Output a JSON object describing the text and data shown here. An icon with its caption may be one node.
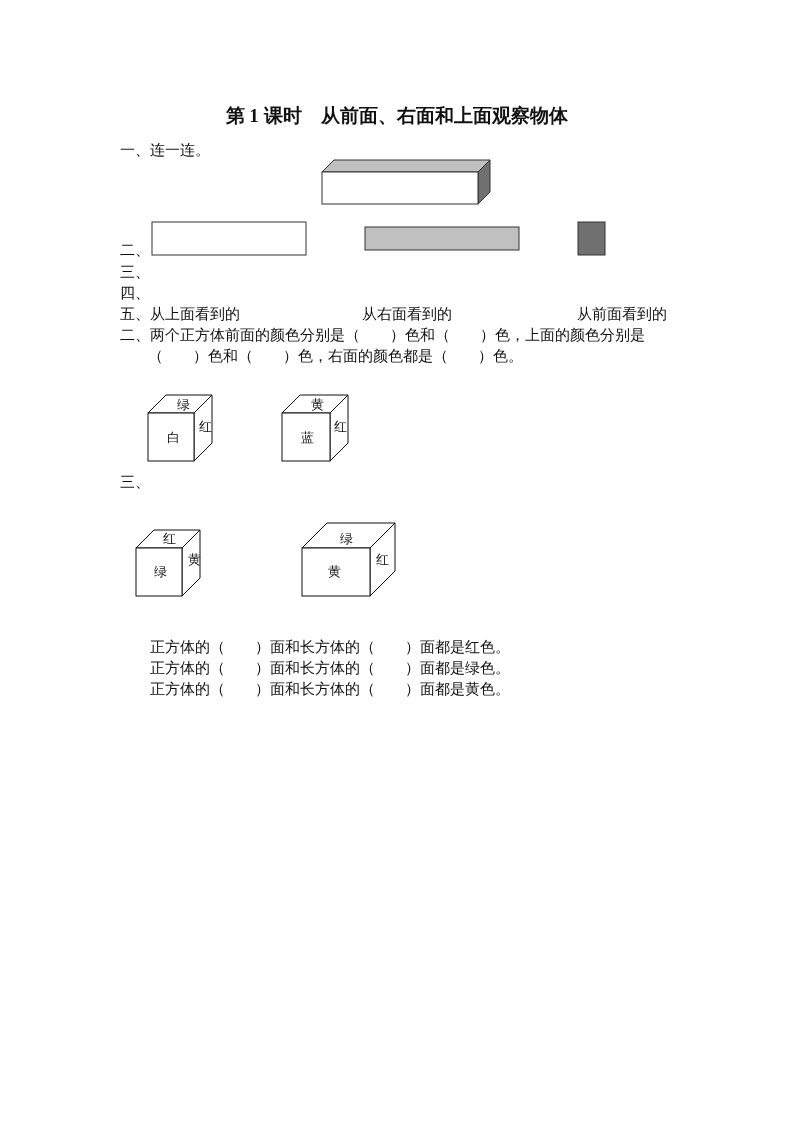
{
  "diagram": {
    "title": "第 1 课时　从前面、右面和上面观察物体",
    "nodes": [
      {
        "text": [],
        "shape": "box"
      },
      {
        "text": [],
        "shape": "box"
      },
      {
        "text": [],
        "shape": "box"
      }
    ],
    "labels": [
      "一、连一连。",
      "二、",
      "三、",
      "四、",
      "五、从上面看到的",
      "从右面看到的",
      "从前面看到的",
      "二、两个正方体前面的颜色分别是（　　）色和（　　）色，上面的颜色分别是（　　）色和（　　）色，右面的颜色都是（　　）色。",
      "绿",
      "白",
      "红",
      "黄",
      "蓝",
      "红",
      "三、",
      "红",
      "绿",
      "黄",
      "绿",
      "黄",
      "红",
      "正方体的（　　）面和长方体的（　　）面都是红色。",
      "正方体的（　　）面和长方体的（　　）面都是绿色。",
      "正方体的（　　）面和长方体的（　　）面都是黄色。"
    ]
  }
}
